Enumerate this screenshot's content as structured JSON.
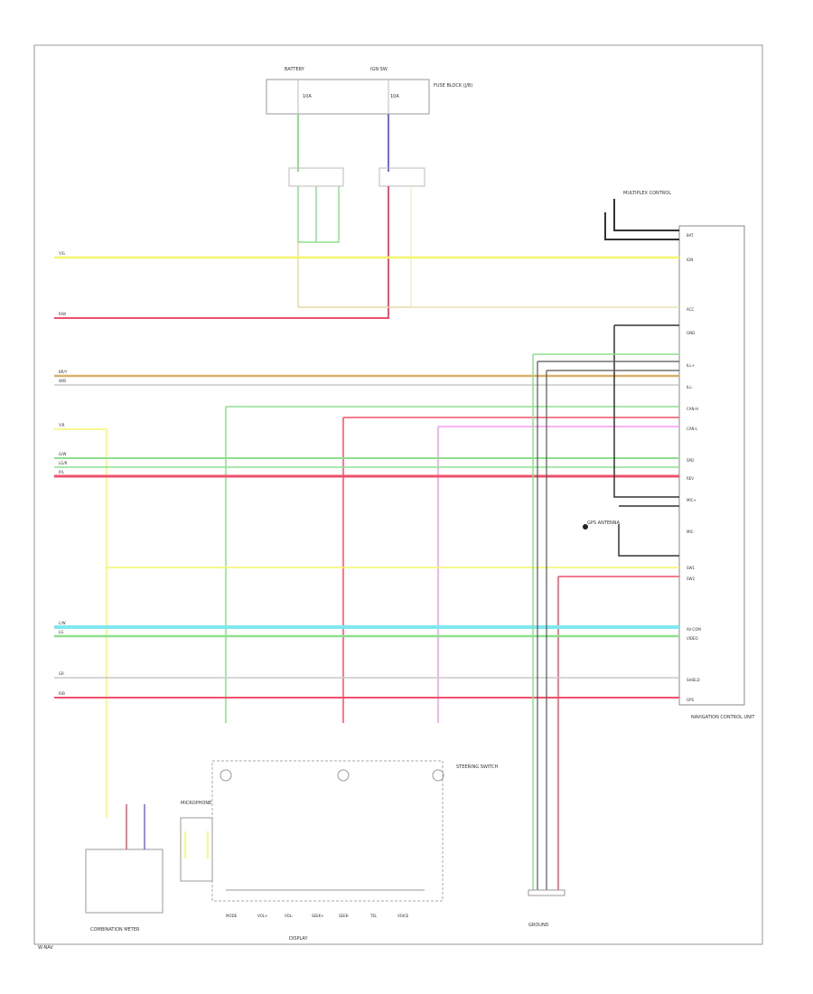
{
  "colors": {
    "yellow": "#f5f56a",
    "red": "#f0506a",
    "green": "#8ee08e",
    "cyan": "#7fe8f0",
    "tan": "#d9b06a",
    "gray": "#a8a8a8",
    "pink": "#f59af0",
    "blue": "#6a6af0",
    "black": "#222222"
  },
  "labels": {
    "fuse_top_left": "BATTERY",
    "fuse_top_right": "IGN SW",
    "fuse_box_caption": "FUSE BLOCK (J/B)",
    "fuse_left_val": "10A",
    "fuse_right_val": "10A",
    "connector_top_right": "MULTIPLEX CONTROL",
    "module_caption": "NAVIGATION CONTROL UNIT",
    "mic_caption": "MICROPHONE",
    "steering_caption": "STEERING SWITCH",
    "ground_caption": "GROUND",
    "display_caption": "DISPLAY",
    "antenna_caption": "GPS ANTENNA",
    "connector_unit_caption": "COMBINATION METER",
    "page_footer": "W-NAV"
  },
  "wire_codes": [
    "Y/G",
    "R/W",
    "BR/Y",
    "W/B",
    "Y/R",
    "G/W",
    "LG/R",
    "P/L",
    "L/W",
    "LG",
    "GR",
    "R/B"
  ],
  "pin_labels": [
    "BAT",
    "IGN",
    "ACC",
    "GND",
    "ILL+",
    "ILL-",
    "CAN-H",
    "CAN-L",
    "SPD",
    "REV",
    "MIC+",
    "MIC-",
    "SW1",
    "SW2",
    "AV-COM",
    "VIDEO",
    "SHIELD",
    "GPS"
  ],
  "switch_labels": [
    "MODE",
    "VOL+",
    "VOL-",
    "SEEK+",
    "SEEK-",
    "TEL",
    "VOICE"
  ]
}
